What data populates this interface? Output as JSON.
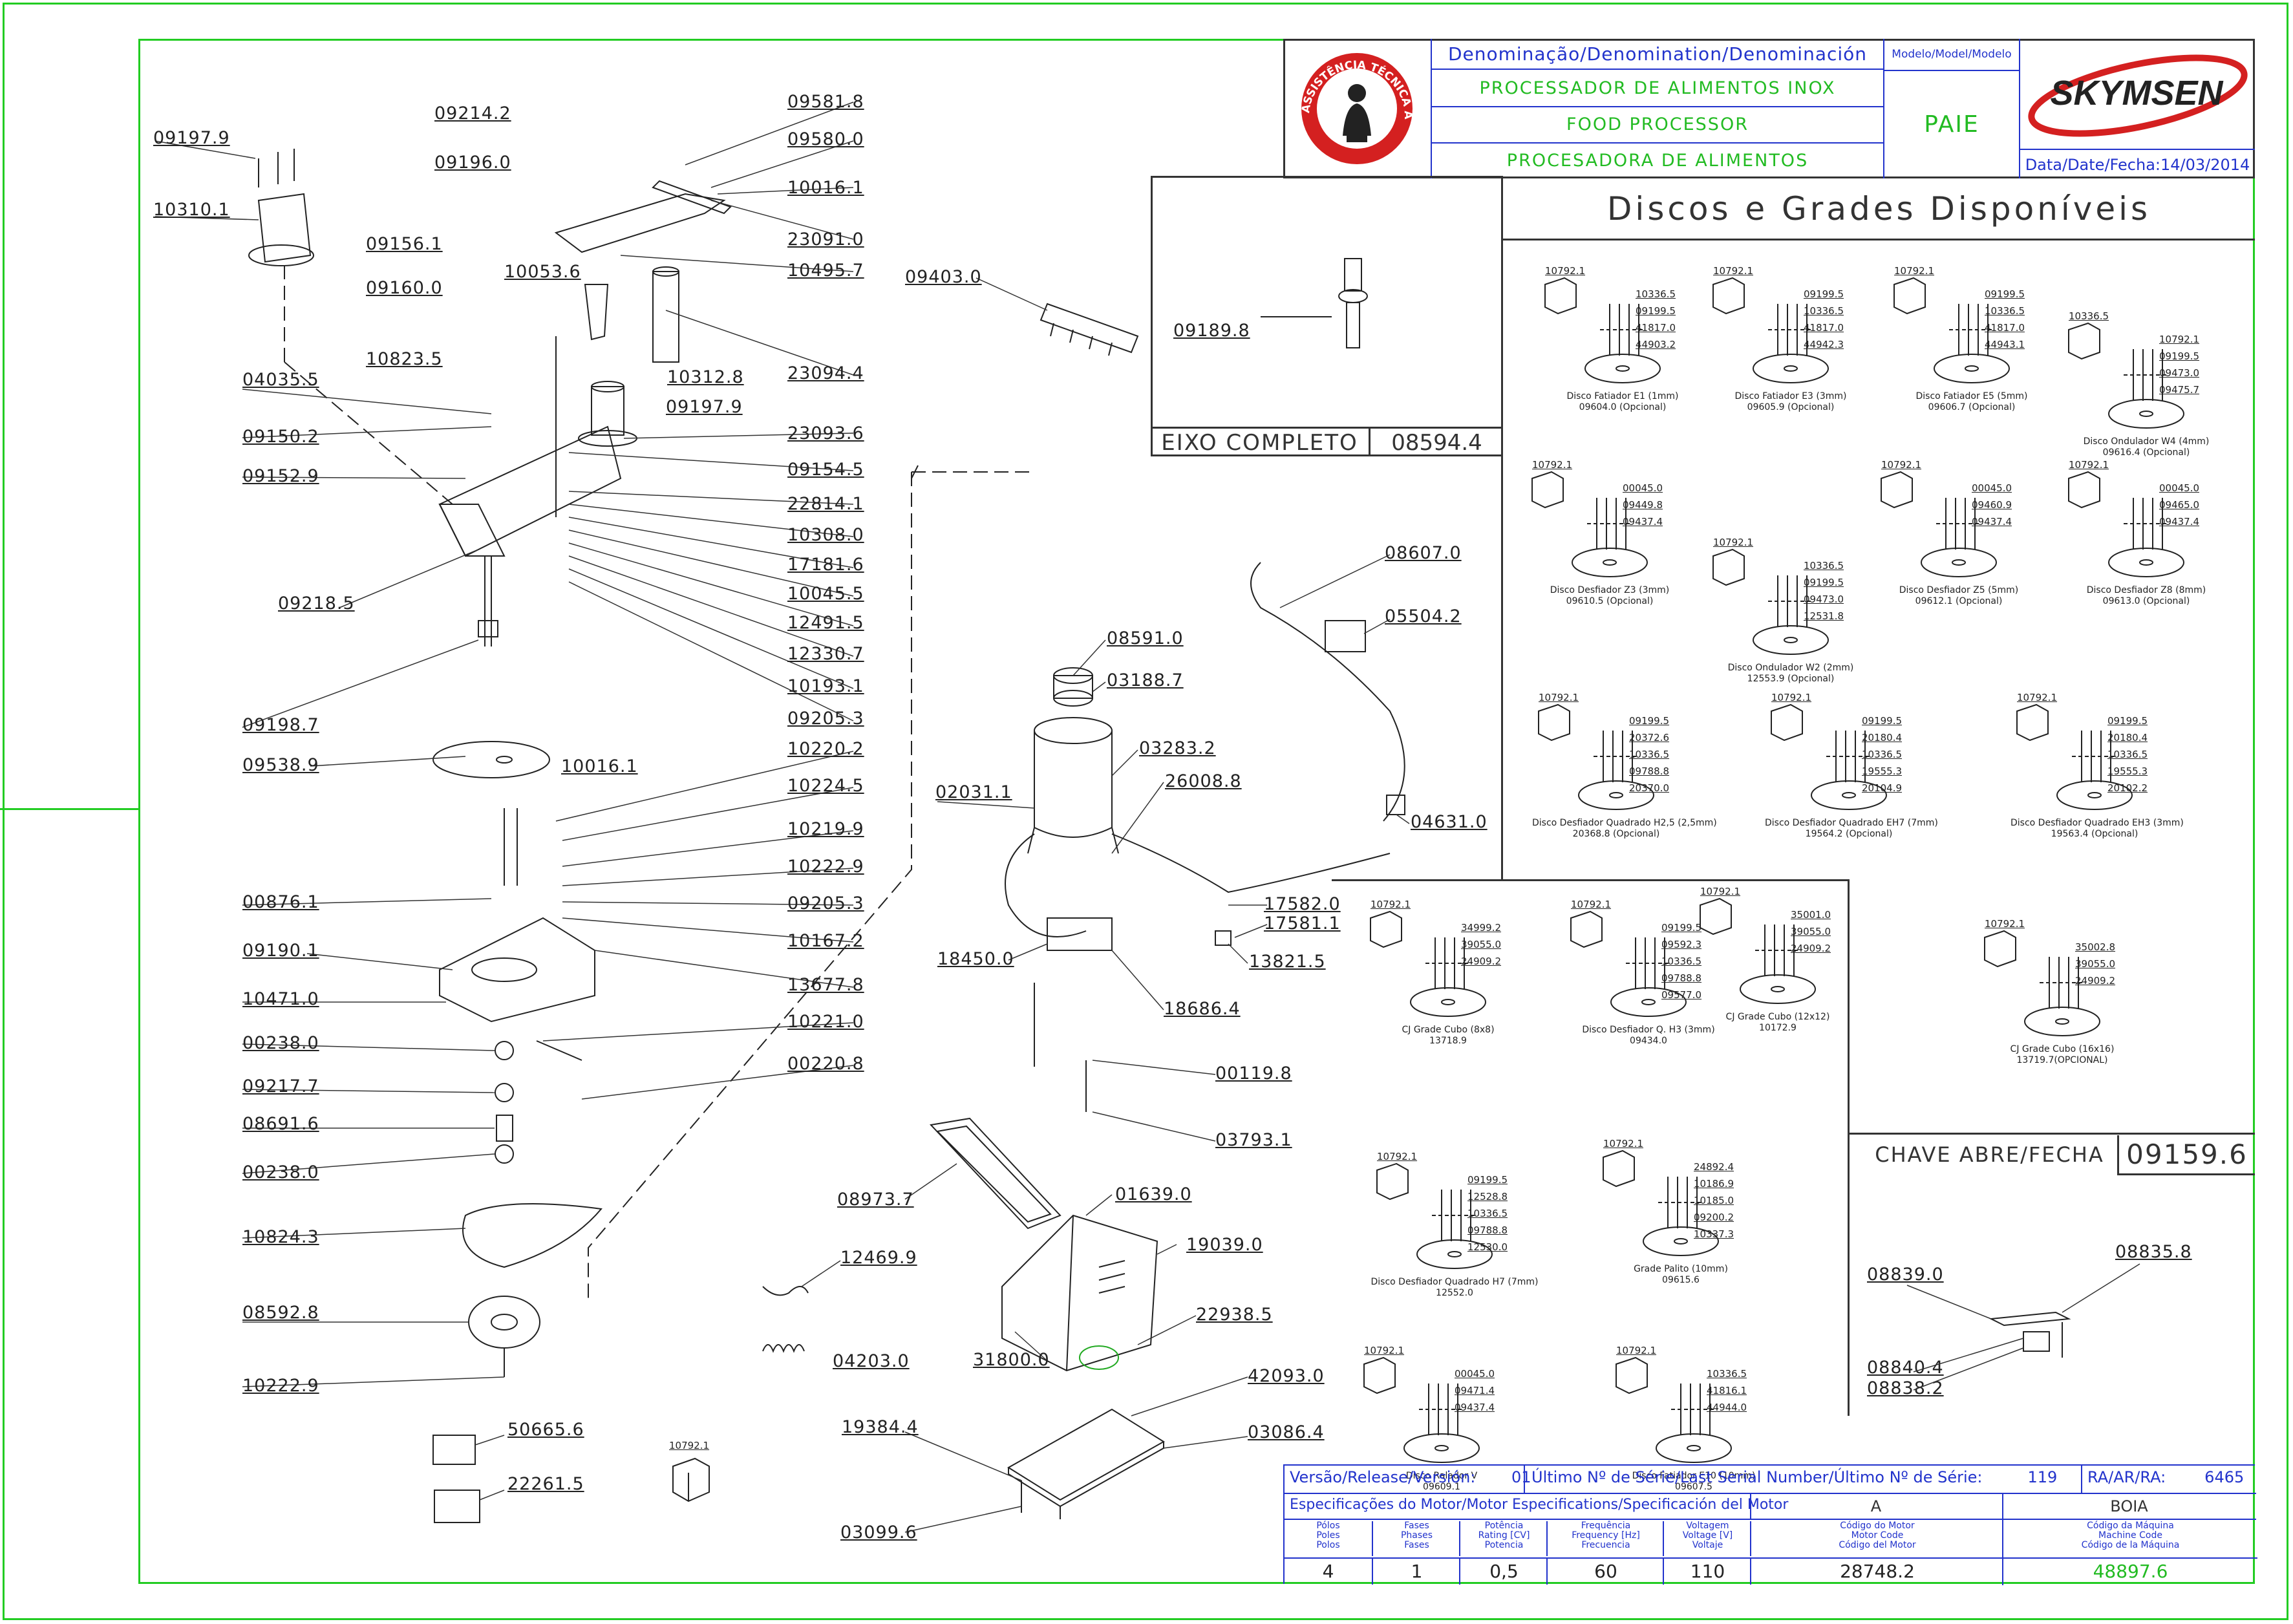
{
  "header": {
    "denomination_label": "Denominação/Denomination/Denominación",
    "name_pt": "PROCESSADOR DE ALIMENTOS INOX",
    "name_en": "FOOD PROCESSOR",
    "name_es": "PROCESADORA DE ALIMENTOS",
    "model_label": "Modelo/Model/Modelo",
    "model_value": "PAIE",
    "brand": "SKYMSEN",
    "date_label": "Data/Date/Fecha:",
    "date_value": "14/03/2014",
    "stamp_text": "ASSISTÊNCIA TÉCNICA AUTORIZADA"
  },
  "colors": {
    "frame": "#22cc22",
    "titleblock": "#2233cc",
    "brand_red": "#d42020",
    "line": "#222222"
  },
  "discos_title": "Discos e Grades Disponíveis",
  "eixo": {
    "title": "EIXO COMPLETO",
    "code": "08594.4",
    "part": "09189.8"
  },
  "chave": {
    "title": "CHAVE ABRE/FECHA",
    "code": "09159.6",
    "parts": [
      "08839.0",
      "08835.8",
      "08840.4",
      "08838.2"
    ]
  },
  "left_parts": [
    "09197.9",
    "10310.1",
    "04035.5",
    "09150.2",
    "09152.9",
    "09218.5",
    "09198.7",
    "09538.9",
    "00876.1",
    "09190.1",
    "10471.0",
    "00238.0",
    "09217.7",
    "08691.6",
    "00238.0",
    "10824.3",
    "08592.8",
    "10222.9",
    "50665.6",
    "22261.5"
  ],
  "top_parts": [
    "09214.2",
    "09196.0",
    "09156.1",
    "09160.0",
    "10823.5",
    "10053.6",
    "09197.9",
    "10312.8",
    "09581.8",
    "09580.0",
    "10016.1",
    "23091.0",
    "10495.7",
    "23094.4",
    "23093.6"
  ],
  "middle_parts": [
    "09154.5",
    "22814.1",
    "10308.0",
    "17181.6",
    "10045.5",
    "12491.5",
    "12330.7",
    "10193.1",
    "09205.3",
    "10016.1",
    "10220.2",
    "10224.5",
    "10219.9",
    "10222.9",
    "09205.3",
    "10167.2",
    "13677.8",
    "10221.0",
    "00220.8"
  ],
  "motor_parts": [
    "09403.0",
    "08607.0",
    "05504.2",
    "08591.0",
    "03188.7",
    "03283.2",
    "26008.8",
    "02031.1",
    "04631.0",
    "17582.0",
    "17581.1",
    "13821.5",
    "18450.0",
    "18686.4",
    "00119.8",
    "03793.1"
  ],
  "bottom_parts": [
    "08973.7",
    "01639.0",
    "19039.0",
    "12469.9",
    "22938.5",
    "31800.0",
    "04203.0",
    "19384.4",
    "42093.0",
    "03086.4",
    "03099.6",
    "10792.1"
  ],
  "discs": [
    {
      "labels": [
        "10792.1",
        "10336.5",
        "09199.5",
        "41817.0",
        "44903.2"
      ],
      "caption": "Disco Fatiador E1 (1mm)",
      "code": "09604.0 (Opcional)"
    },
    {
      "labels": [
        "10792.1",
        "09199.5",
        "10336.5",
        "41817.0",
        "44942.3"
      ],
      "caption": "Disco Fatiador E3 (3mm)",
      "code": "09605.9 (Opcional)"
    },
    {
      "labels": [
        "10792.1",
        "09199.5",
        "10336.5",
        "41817.0",
        "44943.1"
      ],
      "caption": "Disco Fatiador E5 (5mm)",
      "code": "09606.7 (Opcional)"
    },
    {
      "labels": [
        "10336.5",
        "10792.1",
        "09199.5",
        "09473.0",
        "09475.7"
      ],
      "caption": "Disco Ondulador W4 (4mm)",
      "code": "09616.4 (Opcional)"
    },
    {
      "labels": [
        "10792.1",
        "00045.0",
        "09449.8",
        "09437.4"
      ],
      "caption": "Disco Desfiador Z3 (3mm)",
      "code": "09610.5 (Opcional)"
    },
    {
      "labels": [
        "10792.1",
        "10336.5",
        "09199.5",
        "09473.0",
        "12531.8"
      ],
      "caption": "Disco Ondulador W2 (2mm)",
      "code": "12553.9 (Opcional)"
    },
    {
      "labels": [
        "10792.1",
        "00045.0",
        "09460.9",
        "09437.4"
      ],
      "caption": "Disco Desfiador Z5 (5mm)",
      "code": "09612.1 (Opcional)"
    },
    {
      "labels": [
        "10792.1",
        "00045.0",
        "09465.0",
        "09437.4"
      ],
      "caption": "Disco Desfiador Z8 (8mm)",
      "code": "09613.0 (Opcional)"
    },
    {
      "labels": [
        "10792.1",
        "09199.5",
        "20372.6",
        "10336.5",
        "09788.8",
        "20370.0"
      ],
      "caption": "Disco Desfiador Quadrado H2,5 (2,5mm)",
      "code": "20368.8 (Opcional)"
    },
    {
      "labels": [
        "10792.1",
        "09199.5",
        "20180.4",
        "10336.5",
        "19555.3",
        "20104.9"
      ],
      "caption": "Disco Desfiador Quadrado EH7 (7mm)",
      "code": "19564.2 (Opcional)"
    },
    {
      "labels": [
        "10792.1",
        "09199.5",
        "20180.4",
        "10336.5",
        "19555.3",
        "20102.2"
      ],
      "caption": "Disco Desfiador Quadrado EH3 (3mm)",
      "code": "19563.4 (Opcional)"
    },
    {
      "labels": [
        "10792.1",
        "34999.2",
        "39055.0",
        "24909.2"
      ],
      "caption": "CJ Grade Cubo (8x8)",
      "code": "13718.9"
    },
    {
      "labels": [
        "10792.1",
        "09199.5",
        "09592.3",
        "10336.5",
        "09788.8",
        "09577.0"
      ],
      "caption": "Disco Desfiador Q. H3 (3mm)",
      "code": "09434.0"
    },
    {
      "labels": [
        "10792.1",
        "35001.0",
        "39055.0",
        "24909.2"
      ],
      "caption": "CJ Grade Cubo (12x12)",
      "code": "10172.9"
    },
    {
      "labels": [
        "10792.1",
        "35002.8",
        "39055.0",
        "24909.2"
      ],
      "caption": "CJ Grade Cubo (16x16)",
      "code": "13719.7(OPCIONAL)"
    },
    {
      "labels": [
        "10792.1",
        "09199.5",
        "12528.8",
        "10336.5",
        "09788.8",
        "12530.0"
      ],
      "caption": "Disco Desfiador Quadrado H7 (7mm)",
      "code": "12552.0"
    },
    {
      "labels": [
        "10792.1",
        "24892.4",
        "10186.9",
        "10185.0",
        "09200.2",
        "10337.3"
      ],
      "caption": "Grade Palito (10mm)",
      "code": "09615.6"
    },
    {
      "labels": [
        "10792.1",
        "00045.0",
        "09471.4",
        "09437.4"
      ],
      "caption": "Disco Ralador V",
      "code": "09609.1"
    },
    {
      "labels": [
        "10792.1",
        "10336.5",
        "41816.1",
        "44944.0"
      ],
      "caption": "Disco Fatiador E10 (10mm)",
      "code": "09607.5"
    }
  ],
  "titleblock": {
    "version_label": "Versão/Release/Versión:",
    "version_value": "01",
    "serial_label": "Último Nº de Série/Last Serial Number/Último Nº de Série:",
    "serial_value": "119",
    "ra_label": "RA/AR/RA:",
    "ra_value": "6465",
    "spec_label": "Especificações do Motor/Motor Especifications/Specificación del Motor",
    "col_a": "A",
    "col_boia": "BOIA",
    "headers": [
      [
        "Pólos",
        "Poles",
        "Polos"
      ],
      [
        "Fases",
        "Phases",
        "Fases"
      ],
      [
        "Potência",
        "Rating [CV]",
        "Potencia"
      ],
      [
        "Frequência",
        "Frequency [Hz]",
        "Frecuencia"
      ],
      [
        "Voltagem",
        "Voltage [V]",
        "Voltaje"
      ],
      [
        "Código do Motor",
        "Motor Code",
        "Código del Motor"
      ],
      [
        "Código da Máquina",
        "Machine Code",
        "Código de la Máquina"
      ]
    ],
    "values": [
      "4",
      "1",
      "0,5",
      "60",
      "110",
      "28748.2",
      "48897.6"
    ]
  }
}
